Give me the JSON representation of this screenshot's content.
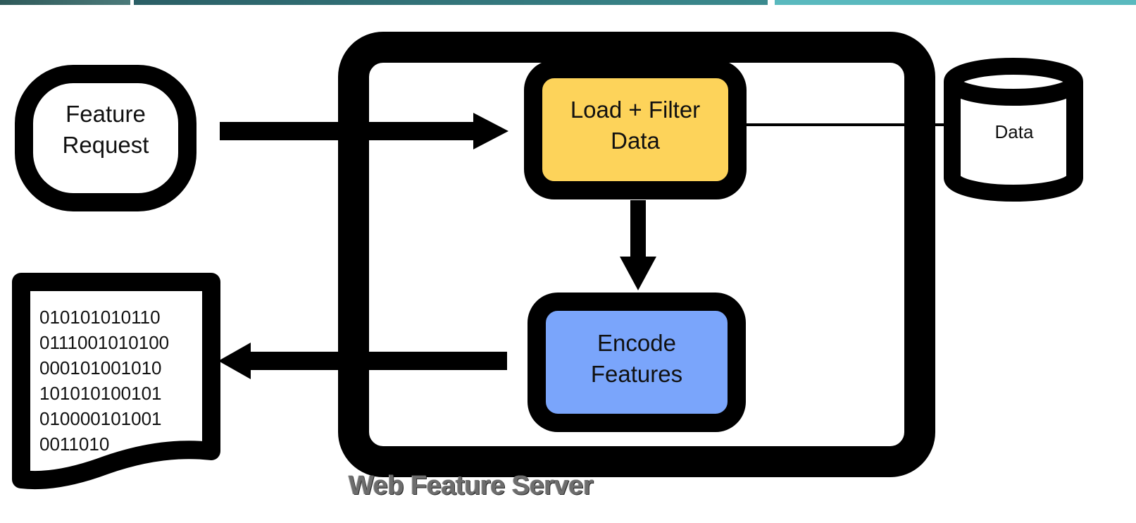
{
  "nodes": {
    "feature_request": {
      "line1": "Feature",
      "line2": "Request"
    },
    "load_filter": {
      "line1": "Load + Filter",
      "line2": "Data"
    },
    "encode": {
      "line1": "Encode",
      "line2": "Features"
    },
    "data_store": {
      "label": "Data"
    }
  },
  "binary_output": {
    "lines": [
      "010101010110",
      "0111001010100",
      "000101001010",
      "101010100101",
      "010000101001",
      "0011010"
    ]
  },
  "server_caption": "Web Feature Server",
  "colors": {
    "load_filter_fill": "#fdd35a",
    "encode_fill": "#7aa5fb",
    "stroke": "#000000"
  }
}
